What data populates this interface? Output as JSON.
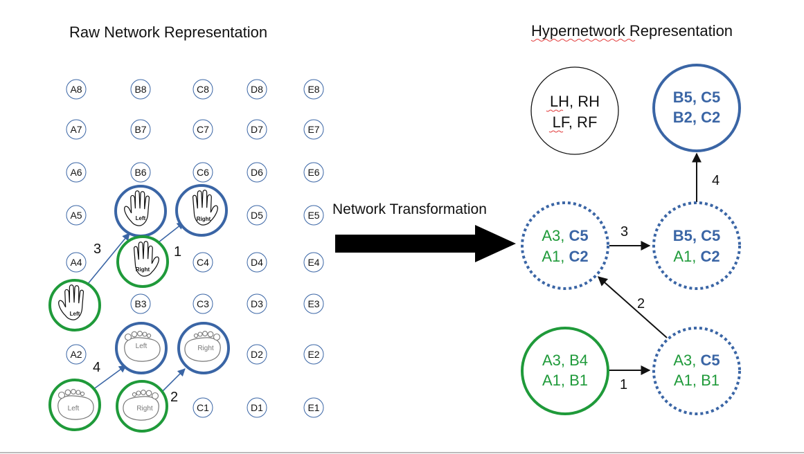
{
  "titles": {
    "left": "Raw Network Representation",
    "right": "Hypernetwork Representation",
    "transformation": "Network Transformation"
  },
  "colors": {
    "blue": "#3a65a5",
    "green": "#1f9a3a",
    "black": "#111111",
    "dotted": "#3a65a5"
  },
  "grid": {
    "A8": "A8",
    "B8": "B8",
    "C8": "C8",
    "D8": "D8",
    "E8": "E8",
    "A7": "A7",
    "B7": "B7",
    "C7": "C7",
    "D7": "D7",
    "E7": "E7",
    "A6": "A6",
    "B6": "B6",
    "C6": "C6",
    "D6": "D6",
    "E6": "E6",
    "A5": "A5",
    "D5": "D5",
    "E5": "E5",
    "A4": "A4",
    "C4": "C4",
    "D4": "D4",
    "E4": "E4",
    "B3": "B3",
    "C3": "C3",
    "D3": "D3",
    "E3": "E3",
    "A2": "A2",
    "D2": "D2",
    "E2": "E2",
    "C1": "C1",
    "D1": "D1",
    "E1": "E1"
  },
  "limbs": {
    "left_hand_start": "Left",
    "left_hand_end": "Left",
    "right_hand_start": "Right",
    "right_hand_end": "Right",
    "left_foot_start": "Left",
    "left_foot_end": "Left",
    "right_foot_start": "Right",
    "right_foot_end": "Right"
  },
  "raw_edges": {
    "e1": "1",
    "e2": "2",
    "e3": "3",
    "e4": "4"
  },
  "hyper_nodes": {
    "legend": {
      "line1": "LH, RH",
      "line2": "LF, RF"
    },
    "top": {
      "l1a": "B5, C5",
      "l2a": "B2, C2"
    },
    "mid_right": {
      "l1a": "B5, C5",
      "l2a": "A1, ",
      "l2b": "C2"
    },
    "mid_left": {
      "l1a": "A3, ",
      "l1b": "C5",
      "l2a": "A1, ",
      "l2b": "C2"
    },
    "bottom_right": {
      "l1a": "A3, ",
      "l1b": "C5",
      "l2a": "A1, B1"
    },
    "bottom_left": {
      "l1a": "A3, B4",
      "l2a": "A1, B1"
    }
  },
  "hyper_edges": {
    "e1": "1",
    "e2": "2",
    "e3": "3",
    "e4": "4"
  }
}
